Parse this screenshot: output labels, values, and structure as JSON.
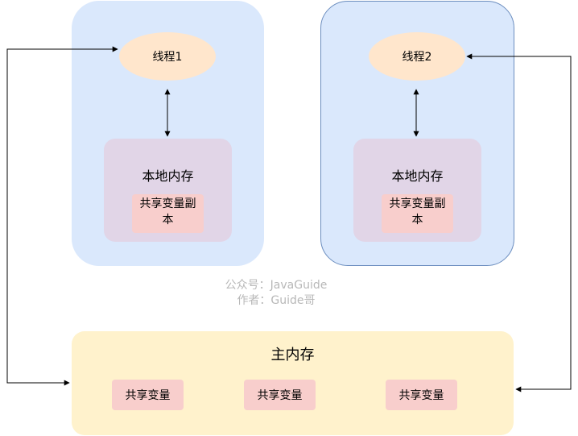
{
  "thread1": {
    "label": "线程1",
    "local_memory": {
      "title": "本地内存",
      "copy_line1": "共享变量副",
      "copy_line2": "本"
    }
  },
  "thread2": {
    "label": "线程2",
    "local_memory": {
      "title": "本地内存",
      "copy_line1": "共享变量副",
      "copy_line2": "本"
    }
  },
  "watermark": {
    "line1": "公众号：JavaGuide",
    "line2": "作者：Guide哥"
  },
  "main_memory": {
    "title": "主内存",
    "variables": [
      "共享变量",
      "共享变量",
      "共享变量"
    ]
  },
  "colors": {
    "thread_panel": "#dae8fc",
    "thread_panel_border": "#6c8ebf",
    "thread_ellipse": "#ffe6cc",
    "local_memory": "#e1d5e7",
    "shared_variable": "#f8cecc",
    "main_memory": "#fff2cc",
    "arrow": "#000000"
  }
}
